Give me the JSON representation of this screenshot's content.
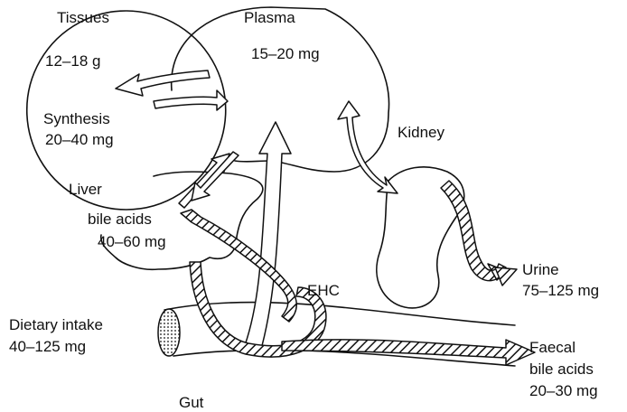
{
  "labels": {
    "tissues": "Tissues",
    "tissues_amount": "12–18 g",
    "synthesis": "Synthesis",
    "synthesis_amount": "20–40 mg",
    "plasma": "Plasma",
    "plasma_amount": "15–20 mg",
    "kidney": "Kidney",
    "liver": "Liver",
    "liver_bile_acids": "bile acids",
    "liver_amount": "40–60 mg",
    "ehc": "EHC",
    "dietary_intake": "Dietary intake",
    "dietary_amount": "40–125 mg",
    "gut": "Gut",
    "urine": "Urine",
    "urine_amount": "75–125 mg",
    "faecal": "Faecal",
    "faecal_bile_acids": "bile acids",
    "faecal_amount": "20–30 mg"
  },
  "colors": {
    "ink": "#111111",
    "background": "#ffffff"
  }
}
